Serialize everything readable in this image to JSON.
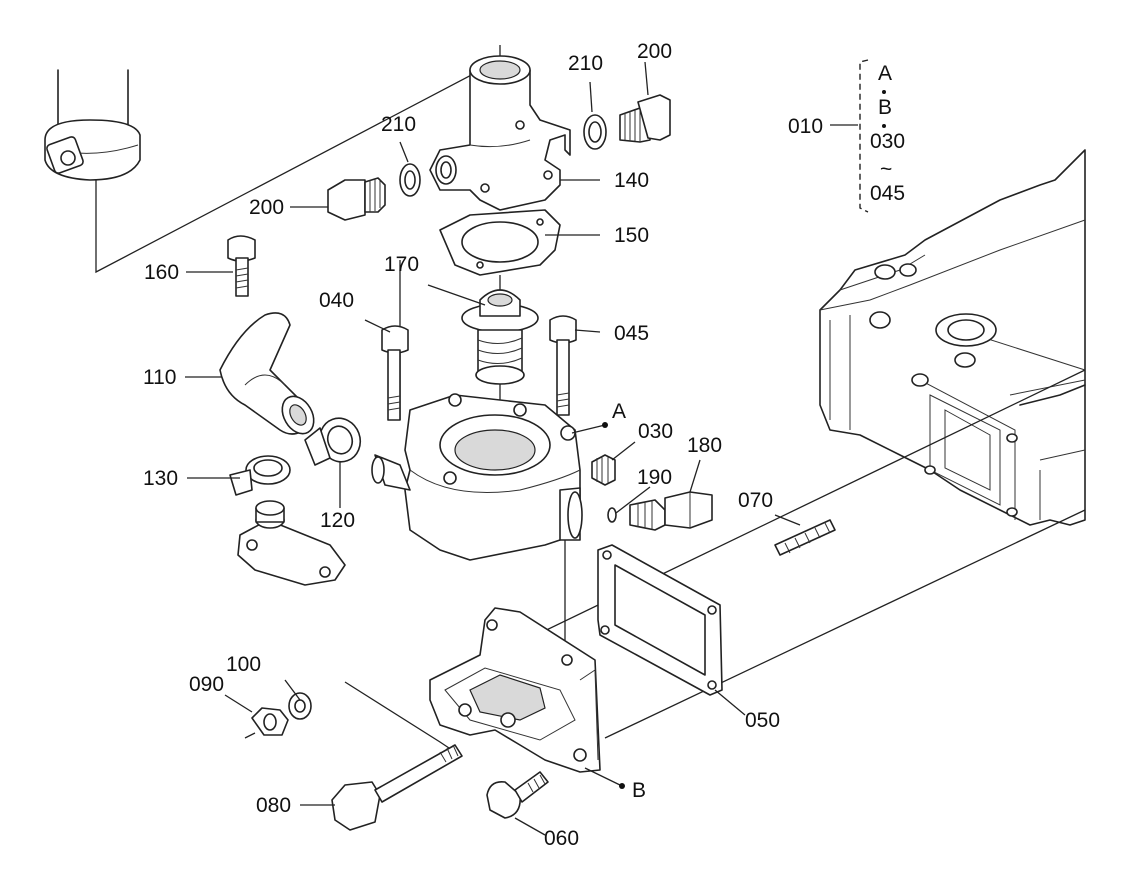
{
  "parts": {
    "p010": "010",
    "p030": "030",
    "p040": "040",
    "p045": "045",
    "p050": "050",
    "p060": "060",
    "p070": "070",
    "p080": "080",
    "p090": "090",
    "p100": "100",
    "p110": "110",
    "p120": "120",
    "p130": "130",
    "p140": "140",
    "p150": "150",
    "p160": "160",
    "p170": "170",
    "p180": "180",
    "p190": "190",
    "p200_left": "200",
    "p200_top": "200",
    "p210_left": "210",
    "p210_top": "210"
  },
  "callouts": {
    "a": "A",
    "b": "B"
  },
  "kit_bracket": {
    "item_a": "A",
    "item_b": "B",
    "item_030": "030",
    "tilde": "~",
    "item_045": "045"
  }
}
